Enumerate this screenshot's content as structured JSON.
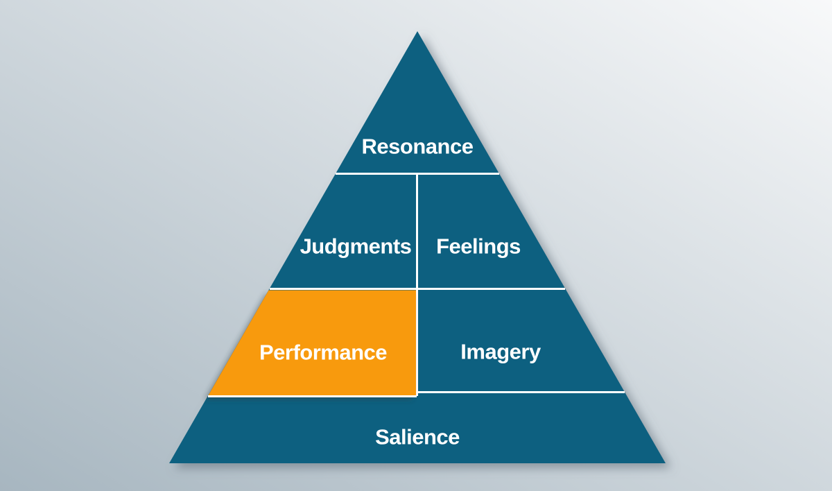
{
  "diagram": {
    "name": "brand-equity-pyramid",
    "sections": {
      "resonance": {
        "label": "Resonance",
        "highlighted": false
      },
      "judgments": {
        "label": "Judgments",
        "highlighted": false
      },
      "feelings": {
        "label": "Feelings",
        "highlighted": false
      },
      "performance": {
        "label": "Performance",
        "highlighted": true
      },
      "imagery": {
        "label": "Imagery",
        "highlighted": false
      },
      "salience": {
        "label": "Salience",
        "highlighted": false
      }
    },
    "colors": {
      "pyramid": "#0e6180",
      "highlight": "#f89a09",
      "divider": "#ffffff",
      "label_text": "#ffffff",
      "background_dark": "#a7b6c0",
      "background_light": "#f8f9fa"
    }
  }
}
